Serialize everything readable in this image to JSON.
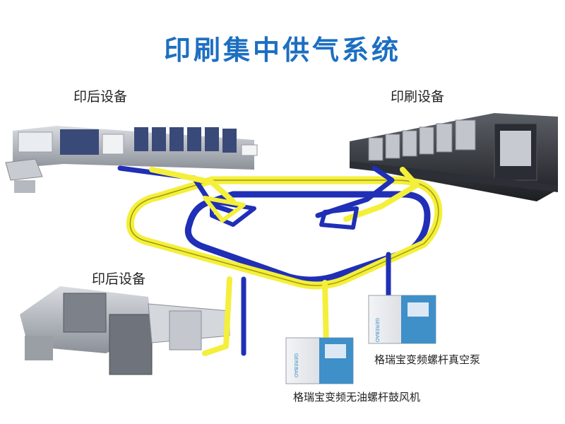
{
  "title": "印刷集中供气系统",
  "labels": {
    "post_press_top": "印后设备",
    "printing": "印刷设备",
    "post_press_bottom": "印后设备",
    "vacuum_pump": "格瑞宝变频螺杆真空泵",
    "blower": "格瑞宝变频无油螺杆鼓风机"
  },
  "unit_brand_text": "GEREBAO",
  "colors": {
    "title": "#1d6fc1",
    "pipe_yellow": "#f4ef3a",
    "pipe_blue": "#1f2fb6",
    "machine_gray": "#7c8088",
    "cabinet_blue": "#3f8fc9"
  }
}
